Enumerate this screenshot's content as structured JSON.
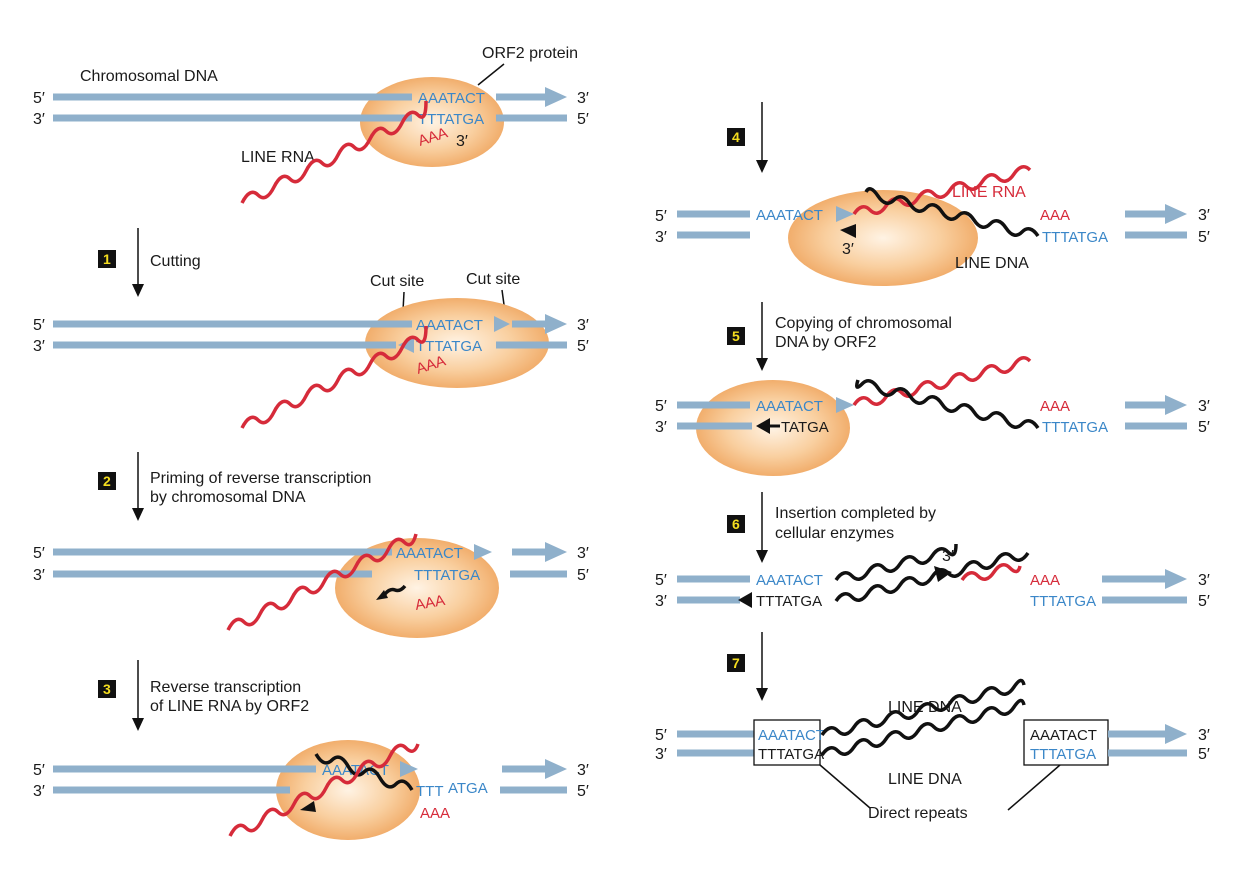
{
  "labels": {
    "chromosomal_dna": "Chromosomal DNA",
    "orf2_protein": "ORF2 protein",
    "line_rna": "LINE RNA",
    "line_dna": "LINE DNA",
    "cut_site": "Cut site",
    "direct_repeats": "Direct repeats",
    "five_prime": "5′",
    "three_prime": "3′"
  },
  "sequences": {
    "top": "AAATACT",
    "bottom": "TTTATGA",
    "poly_a": "AAA",
    "partial_bottom": "TATGA",
    "split_left": "TTT",
    "split_right": "ATGA"
  },
  "steps": [
    {
      "number": "1",
      "lines": [
        "Cutting"
      ]
    },
    {
      "number": "2",
      "lines": [
        "Priming of reverse transcription",
        "by chromosomal DNA"
      ]
    },
    {
      "number": "3",
      "lines": [
        "Reverse transcription",
        "of LINE RNA by ORF2"
      ]
    },
    {
      "number": "4",
      "lines": []
    },
    {
      "number": "5",
      "lines": [
        "Copying of chromosomal",
        "DNA by ORF2"
      ]
    },
    {
      "number": "6",
      "lines": [
        "Insertion completed by",
        "cellular enzymes"
      ]
    },
    {
      "number": "7",
      "lines": []
    }
  ],
  "colors": {
    "strand": "#8fb0cb",
    "rna": "#d62b3a",
    "dna": "#111111",
    "sequence_blue": "#3b87c8",
    "protein_center": "#fde7cd",
    "protein_edge": "#efa55f"
  }
}
